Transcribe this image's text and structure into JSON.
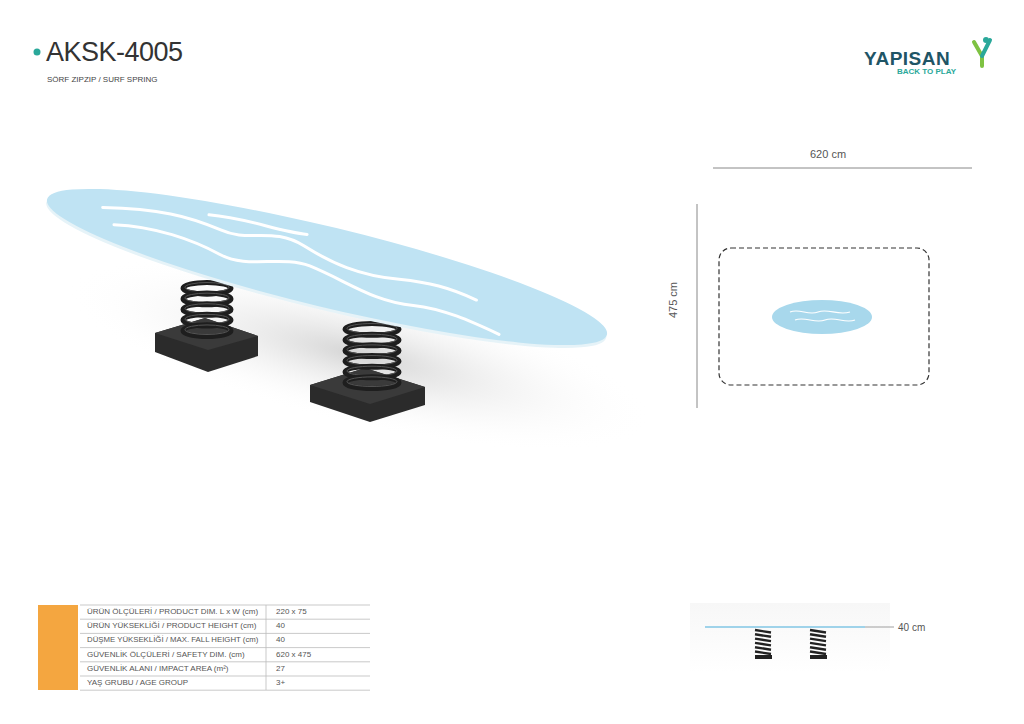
{
  "diagram": {
    "title": "AKSK-4005",
    "labels": [
      "SÖRF ZIPZIP / SURF SPRING",
      "YAPISAN",
      "BACK TO PLAY",
      "620 cm",
      "475 cm",
      "ÜRÜN ÖLÇÜLERİ / PRODUCT DIM. L x W (cm)",
      "220 x 75",
      "ÜRÜN YÜKSEKLİĞİ / PRODUCT HEIGHT (cm)",
      "40",
      "DÜŞME YÜKSEKLİĞİ / MAX. FALL HEIGHT (cm)",
      "40",
      "GÜVENLİK ÖLÇÜLERİ / SAFETY DIM. (cm)",
      "620 x 475",
      "GÜVENLİK ALANI / IMPACT AREA (m²)",
      "27",
      "YAŞ GRUBU / AGE GROUP",
      "3+",
      "40 cm"
    ]
  }
}
